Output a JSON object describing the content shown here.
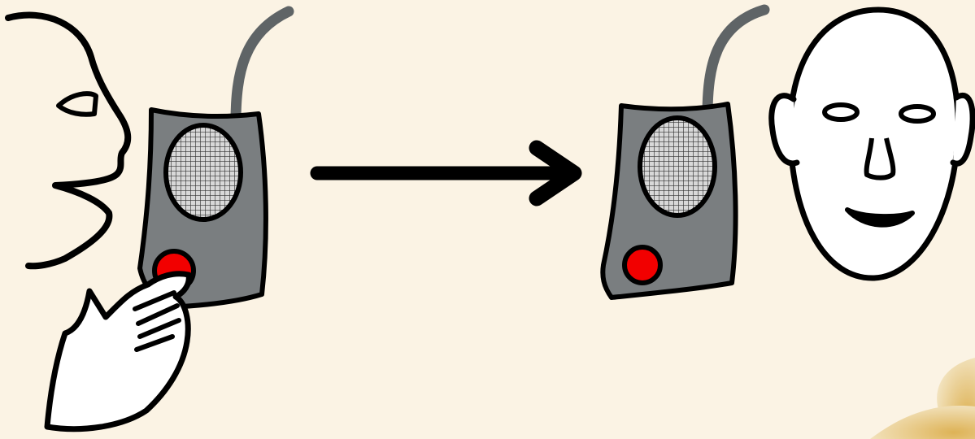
{
  "diagram": {
    "type": "pictogram",
    "caption": "",
    "sequence": [
      "speaker",
      "sending-walkie-talkie",
      "arrow",
      "receiving-walkie-talkie",
      "listener"
    ],
    "elements": {
      "speaker": {
        "icon": "speaking-face-profile-icon"
      },
      "hand": {
        "icon": "hand-pressing-button-icon"
      },
      "sender": {
        "icon": "walkie-talkie-icon",
        "button_state": "pressed"
      },
      "arrow": {
        "icon": "arrow-right-icon",
        "direction": "right"
      },
      "receiver": {
        "icon": "walkie-talkie-icon",
        "button_state": "idle"
      },
      "listener": {
        "icon": "smiling-face-icon"
      }
    }
  },
  "colors": {
    "background": "#FBF3E4",
    "device_body": "#7A7E80",
    "device_antenna": "#5F6466",
    "speaker_grille": "#D8D8D8",
    "button": "#F20000",
    "outline": "#000000",
    "flower_accent": "#D9A83E"
  }
}
